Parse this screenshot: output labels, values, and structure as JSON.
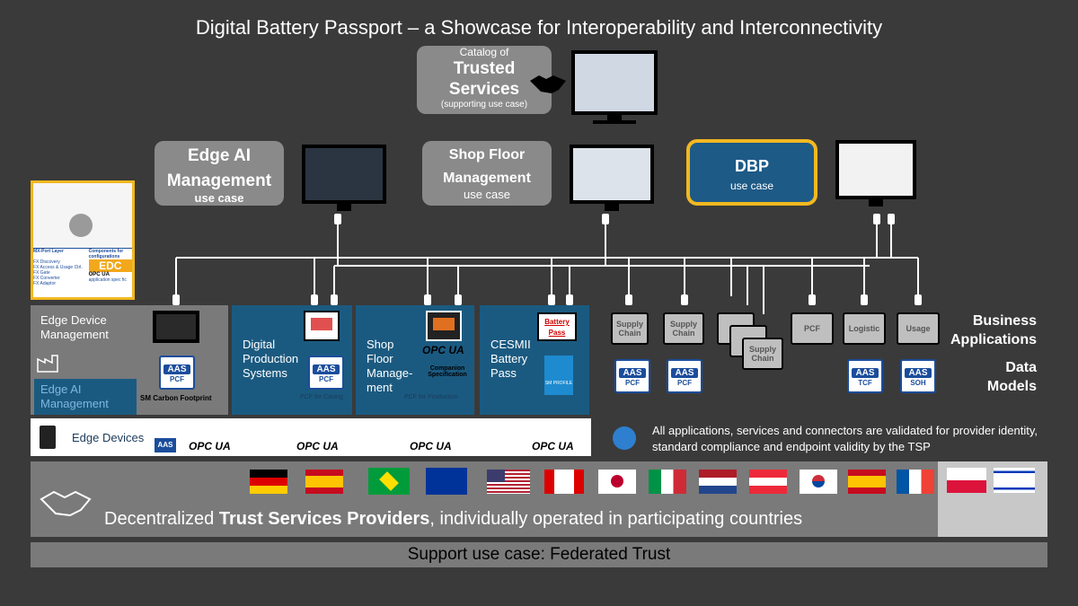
{
  "title": "Digital Battery Passport – a Showcase for Interoperability and Interconnectivity",
  "catalog": {
    "line1": "Catalog of",
    "line2": "Trusted",
    "line3": "Services",
    "line4": "(supporting use case)"
  },
  "edge_ai": {
    "line1": "Edge AI",
    "line2": "Management",
    "line3": "use case"
  },
  "shop_floor": {
    "line1": "Shop Floor",
    "line2": "Management",
    "line3": "use case"
  },
  "dbp": {
    "line1": "DBP",
    "line2": "use case"
  },
  "edc_table": {
    "header_left": "MX-Port Layer",
    "header_right": "Components for configurations",
    "rows": [
      "FX Discovery",
      "FX Access & Usage Ctrl.",
      "FX Gate",
      "FX Converter",
      "FX Adaptor"
    ],
    "edc": "EDC",
    "right_last": "application spec fic"
  },
  "edge_panel": {
    "device_mgmt": "Edge Device Management",
    "ai_mgmt": "Edge AI Management",
    "footprint": "SM Carbon Footprint"
  },
  "columns": [
    {
      "label": "Digital Production Systems",
      "footer": "PCF for Casing"
    },
    {
      "label": "Shop Floor Manage-ment",
      "footer": "PCF for Production",
      "companion": "Companion Specification"
    },
    {
      "label": "CESMII Battery Pass",
      "badge_line1": "Battery",
      "badge_line2": "Pass",
      "sm": "SM PROFILE"
    }
  ],
  "apps": [
    {
      "label1": "Supply",
      "label2": "Chain"
    },
    {
      "label1": "Supply",
      "label2": "Chain"
    },
    {
      "label1": "Supply",
      "label2": "Chain"
    },
    {
      "label1": "PCF",
      "label2": ""
    },
    {
      "label1": "Logistic",
      "label2": ""
    },
    {
      "label1": "Usage",
      "label2": ""
    }
  ],
  "aas": {
    "logo": "AAS",
    "pcf": "PCF",
    "tcf": "TCF",
    "soh": "SOH"
  },
  "right_labels": {
    "business1": "Business",
    "business2": "Applications",
    "data1": "Data",
    "data2": "Models"
  },
  "edge_devices": {
    "label": "Edge Devices",
    "opc": "OPC UA"
  },
  "validation_note": "All applications, services and connectors are validated for provider identity, standard compliance and endpoint validity by the TSP",
  "trust": {
    "pre": "Decentralized ",
    "bold": "Trust Services Providers",
    "post": ", individually operated in participating countries"
  },
  "support": "Support use case: Federated Trust",
  "flags": [
    "germany",
    "spain",
    "brazil",
    "eu",
    "usa",
    "canada",
    "japan",
    "italy",
    "netherlands",
    "austria",
    "south-korea",
    "spain",
    "france",
    "poland",
    "israel"
  ]
}
